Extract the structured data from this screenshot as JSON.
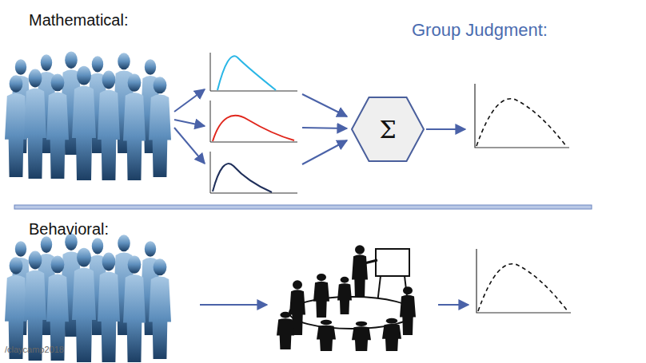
{
  "diagram": {
    "nodes": [
      {
        "text": [
          "Σ"
        ]
      }
    ],
    "labels": [
      "Mathematical:",
      "Group Judgment:",
      "Behavioral:",
      "/claycamp2018"
    ]
  }
}
